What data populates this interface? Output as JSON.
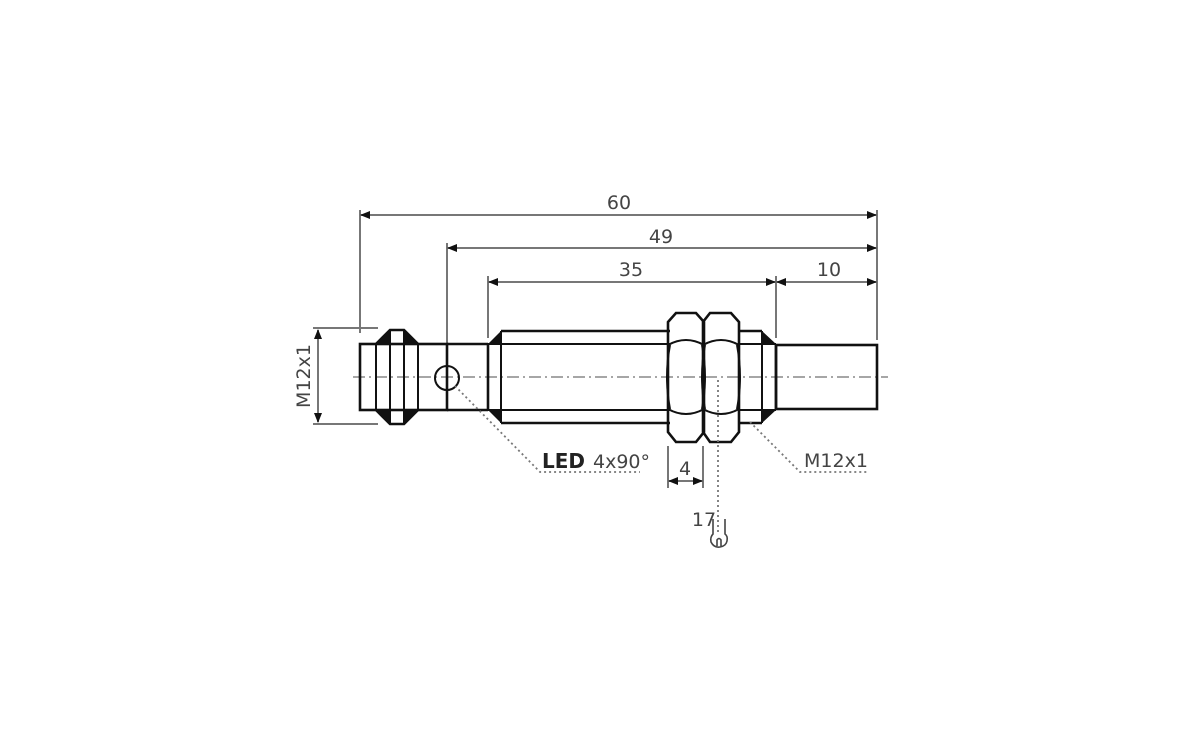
{
  "drawing": {
    "title": "Inductive proximity sensor M12 dimension drawing",
    "dimensions": {
      "overall_length": "60",
      "housing_length": "49",
      "thread_length": "35",
      "sensing_face_length": "10",
      "nut_width": "4",
      "wrench_size": "17",
      "connector_thread": "M12x1",
      "housing_thread": "M12x1"
    },
    "labels": {
      "led_bold": "LED",
      "led_spec": "4x90°"
    },
    "icons": {
      "wrench": "wrench-icon"
    },
    "colors": {
      "outline": "#111111",
      "dimension": "#777777",
      "text": "#444444",
      "background": "#ffffff"
    }
  }
}
